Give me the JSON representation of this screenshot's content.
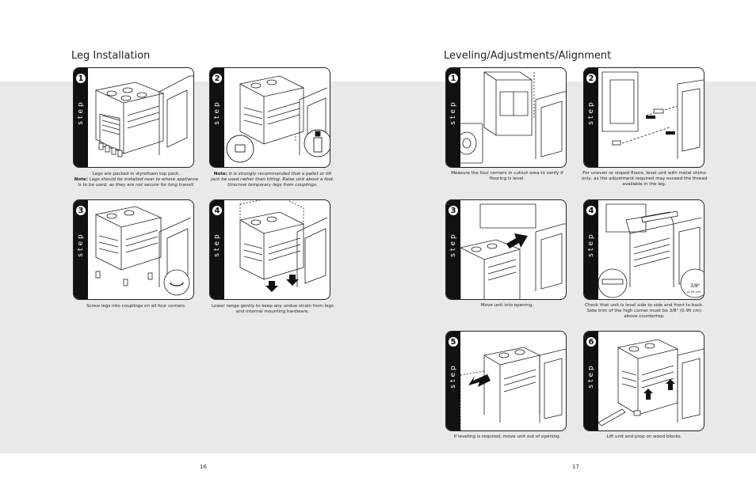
{
  "left_page": {
    "title": "Leg Installation",
    "page_number": "16",
    "steps": [
      {
        "word": "step",
        "number": "1",
        "caption": [
          {
            "text": "Legs are packed in styrofoam top pack."
          },
          {
            "label": "Note:",
            "text": " Legs should be installed near to where appliance is to be used, as they are not secure for long transit.",
            "italic": true
          }
        ]
      },
      {
        "word": "step",
        "number": "2",
        "caption": [
          {
            "label": "Note:",
            "text": " It is strongly recommended that a pallet or lift jack be used rather than tilting. Raise unit about a foot. Unscrew temporary legs from couplings.",
            "italic": true
          }
        ]
      },
      {
        "word": "step",
        "number": "3",
        "caption": [
          {
            "text": "Screw legs into couplings on all four corners."
          }
        ]
      },
      {
        "word": "step",
        "number": "4",
        "caption": [
          {
            "text": "Lower range gently to keep any undue strain from legs and internal mounting hardware."
          }
        ]
      }
    ]
  },
  "right_page": {
    "title": "Leveling/Adjustments/Alignment",
    "page_number": "17",
    "steps": [
      {
        "word": "step",
        "number": "1",
        "caption": [
          {
            "text": "Measure the four corners in cutout area to verify if flooring is level."
          }
        ]
      },
      {
        "word": "step",
        "number": "2",
        "caption": [
          {
            "text": "For uneven or sloped floors, level unit with metal shims only, as the adjustment required may exceed the thread available in the leg."
          }
        ]
      },
      {
        "word": "step",
        "number": "3",
        "caption": [
          {
            "text": "Move unit into opening."
          }
        ]
      },
      {
        "word": "step",
        "number": "4",
        "caption": [
          {
            "text": "Check that unit is level side to side and front to back. Side trim of the high corner must be 3/8\" (0.95 cm) above countertop."
          }
        ]
      },
      {
        "word": "step",
        "number": "5",
        "caption": [
          {
            "text": "If leveling is required, move unit out of opening."
          }
        ]
      },
      {
        "word": "step",
        "number": "6",
        "caption": [
          {
            "text": "Lift unit and prop on wood blocks."
          }
        ]
      }
    ],
    "dimension_label": "3/8\"",
    "dimension_label_metric": "(0.95 cm)"
  },
  "colors": {
    "band": "#e9e9e9",
    "ink": "#111111",
    "panel": "#ffffff"
  }
}
